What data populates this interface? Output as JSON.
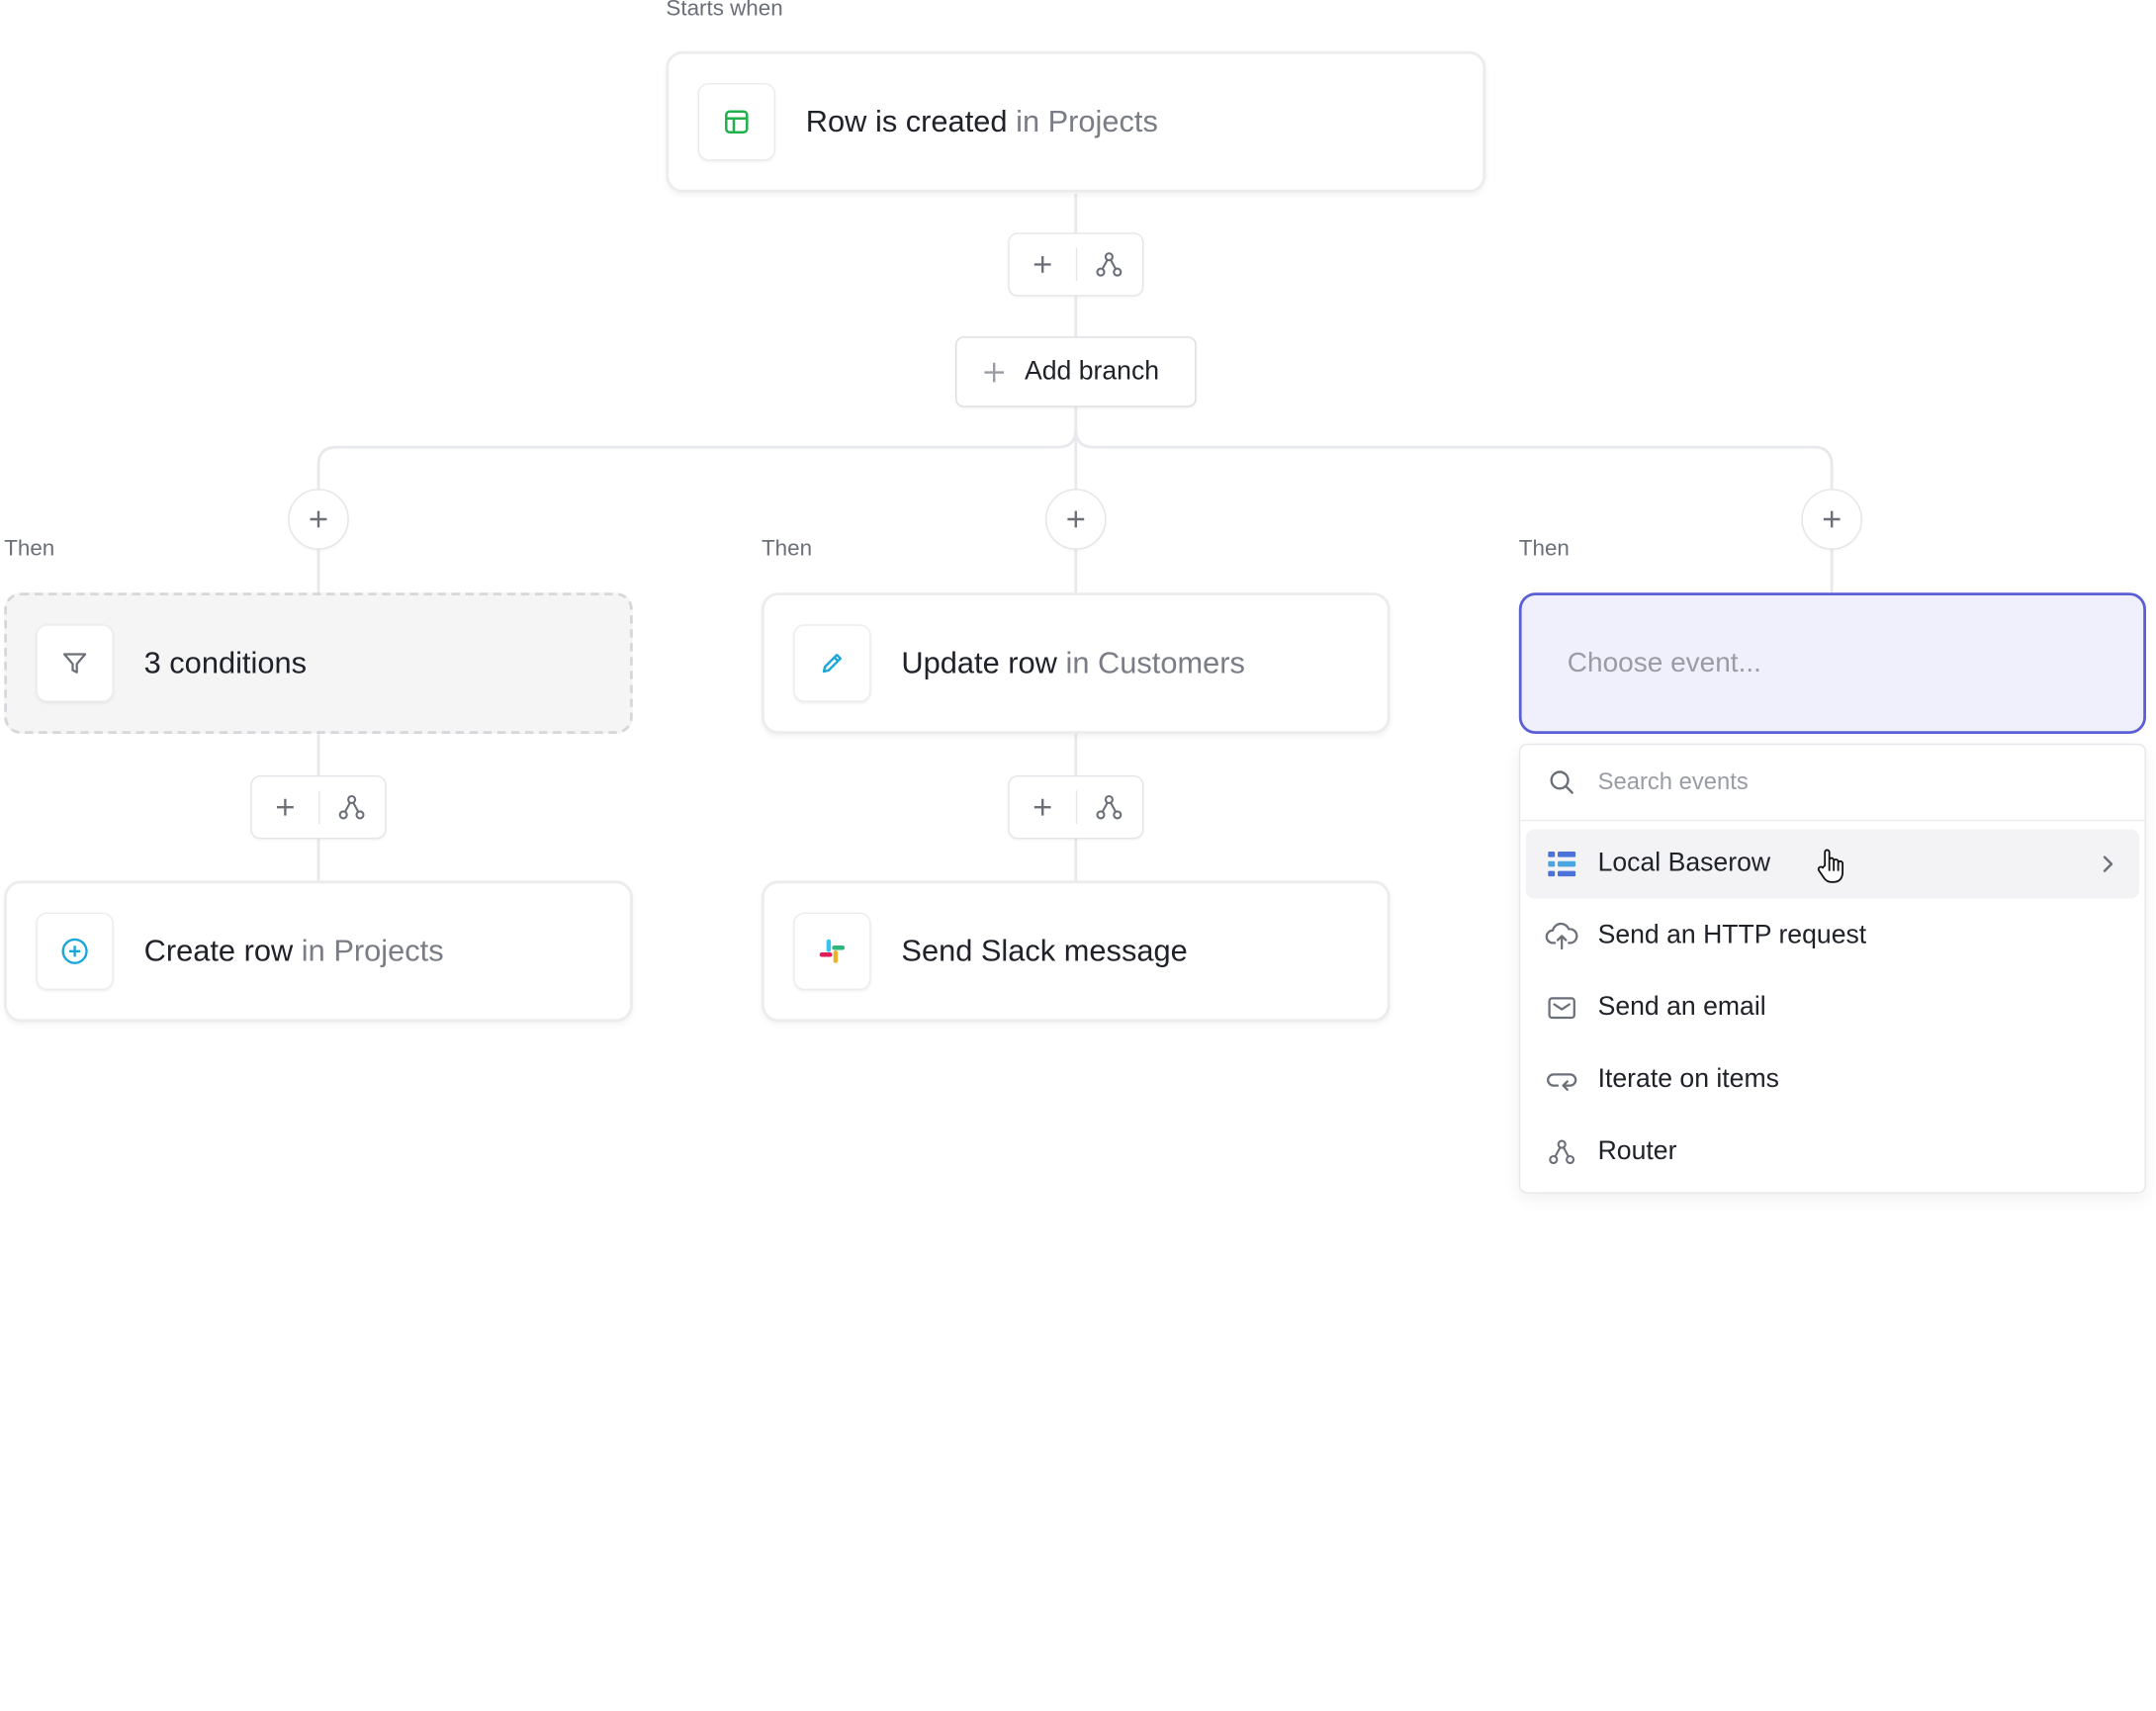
{
  "trigger": {
    "label": "Starts when",
    "title": "Row is created",
    "context": "in Projects"
  },
  "add_branch": {
    "label": "Add branch"
  },
  "branches": [
    {
      "label": "Then",
      "node": {
        "title": "3 conditions"
      },
      "next": {
        "title": "Create row",
        "context": "in Projects"
      }
    },
    {
      "label": "Then",
      "node": {
        "title": "Update row",
        "context": "in Customers"
      },
      "next": {
        "title": "Send Slack message"
      }
    },
    {
      "label": "Then",
      "node": {
        "placeholder": "Choose event..."
      }
    }
  ],
  "dropdown": {
    "search_placeholder": "Search events",
    "items": [
      {
        "label": "Local Baserow",
        "icon": "baserow-icon",
        "has_submenu": true,
        "highlighted": true
      },
      {
        "label": "Send an HTTP request",
        "icon": "cloud-upload-icon"
      },
      {
        "label": "Send an email",
        "icon": "envelope-icon"
      },
      {
        "label": "Iterate on items",
        "icon": "loop-icon"
      },
      {
        "label": "Router",
        "icon": "router-icon"
      }
    ]
  },
  "colors": {
    "accent": "#5b5fd6",
    "trigger_icon": "#22b04b",
    "action_icon": "#1aa6d6"
  }
}
